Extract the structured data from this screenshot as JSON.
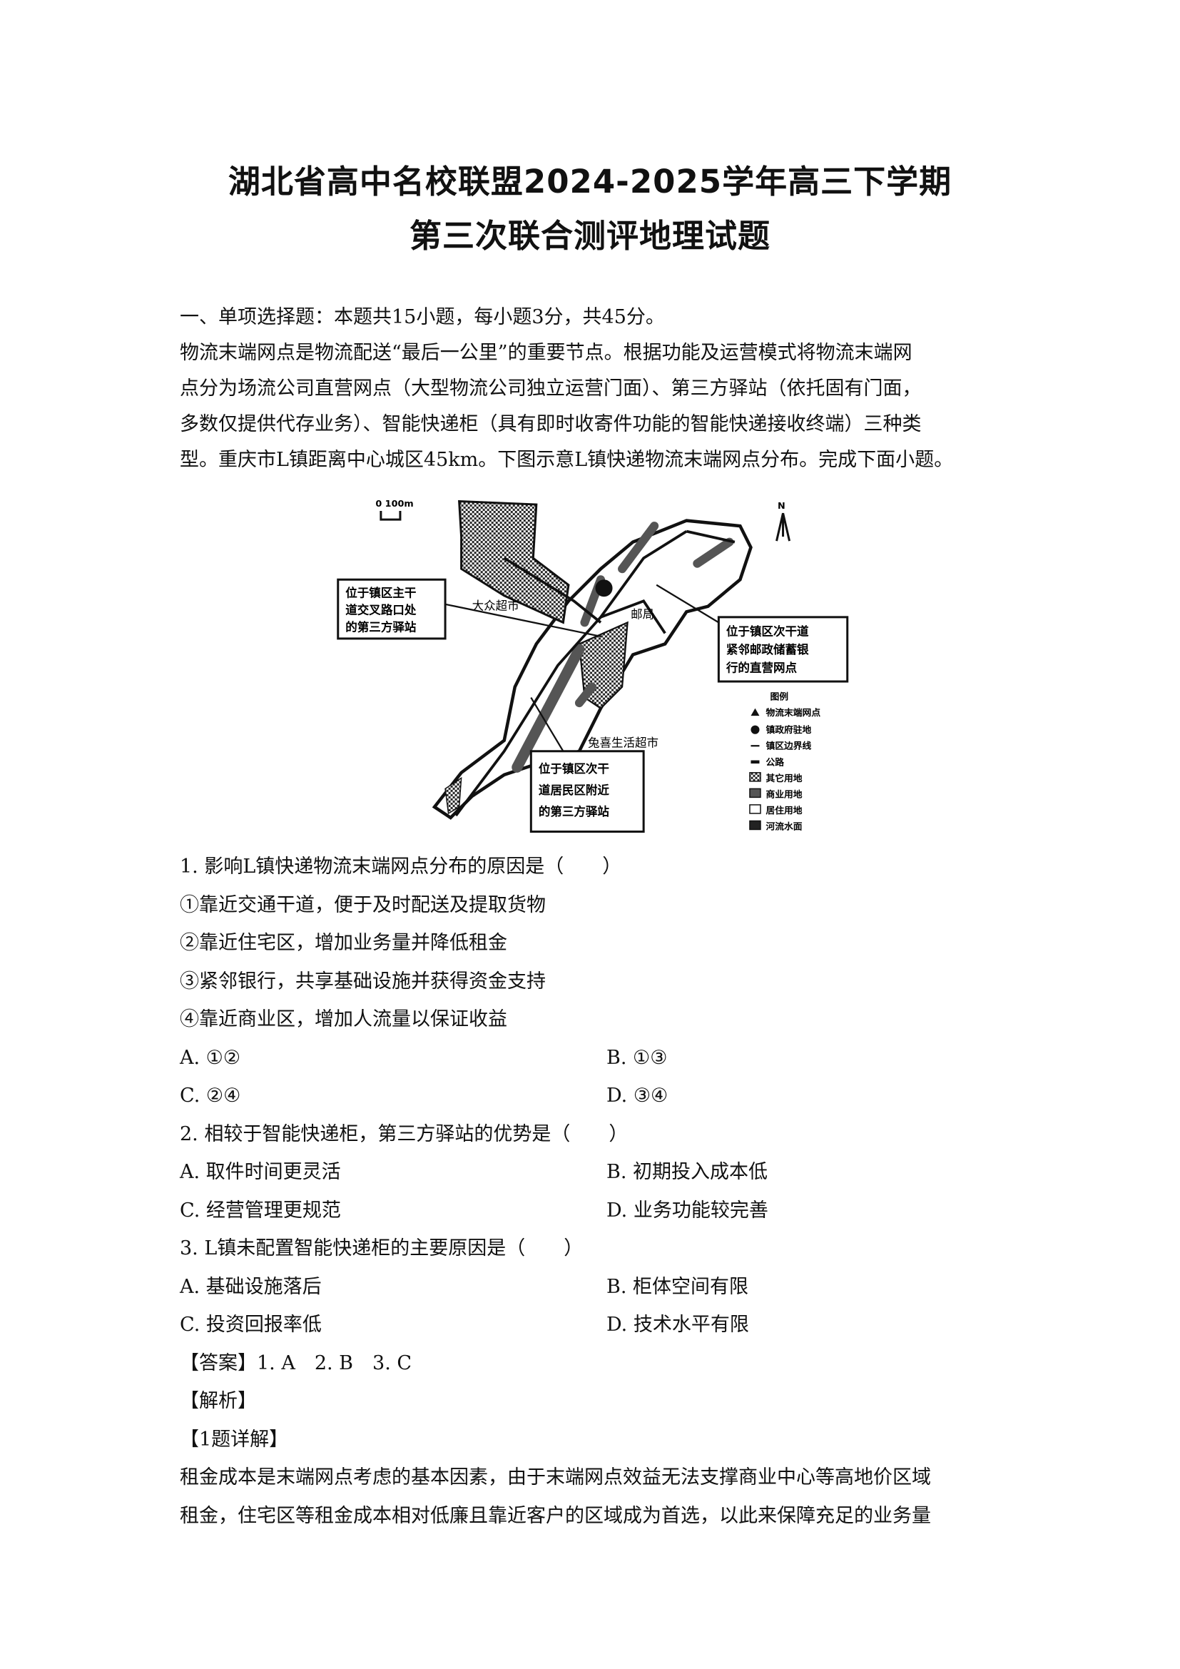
{
  "header": {
    "title_line1": "湖北省高中名校联盟2024-2025学年高三下学期",
    "title_line2": "第三次联合测评地理试题"
  },
  "section": "一、单项选择题：本题共15小题，每小题3分，共45分。",
  "intro": [
    "物流末端网点是物流配送“最后一公里”的重要节点。根据功能及运营模式将物流末端网",
    "点分为场流公司直营网点（大型物流公司独立运营门面）、第三方驿站（依托固有门面，",
    "多数仅提供代存业务）、智能快递柜（具有即时收寄件功能的智能快递接收终端）三种类",
    "型。重庆市L镇距离中心城区45km。下图示意L镇快递物流末端网点分布。完成下面小题。"
  ],
  "map": {
    "scale_label": "0  100m",
    "north": "N",
    "labels": {
      "supermarket1": "大众超市",
      "post_office": "邮局",
      "supermarket2": "兔喜生活超市"
    },
    "callouts": [
      [
        "位于镇区主干",
        "道交叉路口处",
        "的第三方驿站"
      ],
      [
        "位于镇区次干道",
        "紧邻邮政储蓄银",
        "行的直营网点"
      ],
      [
        "位于镇区次干",
        "道居民区附近",
        "的第三方驿站"
      ]
    ],
    "legend": {
      "title": "图例",
      "items": [
        "物流末端网点",
        "镇政府驻地",
        "镇区边界线",
        "公路",
        "其它用地",
        "商业用地",
        "居住用地",
        "河流水面"
      ]
    }
  },
  "questions": [
    {
      "stem": "1. 影响L镇快递物流末端网点分布的原因是（　　）",
      "statements": [
        "①靠近交通干道，便于及时配送及提取货物",
        "②靠近住宅区，增加业务量并降低租金",
        "③紧邻银行，共享基础设施并获得资金支持",
        "④靠近商业区，增加人流量以保证收益"
      ],
      "options": [
        "A. ①②",
        "B. ①③",
        "C. ②④",
        "D. ③④"
      ]
    },
    {
      "stem": "2. 相较于智能快递柜，第三方驿站的优势是（　　）",
      "options": [
        "A. 取件时间更灵活",
        "B. 初期投入成本低",
        "C. 经营管理更规范",
        "D. 业务功能较完善"
      ]
    },
    {
      "stem": "3. L镇未配置智能快递柜的主要原因是（　　）",
      "options": [
        "A. 基础设施落后",
        "B. 柜体空间有限",
        "C. 投资回报率低",
        "D. 技术水平有限"
      ]
    }
  ],
  "answer": "【答案】1. A　2. B　3. C",
  "analysis_label": "【解析】",
  "detail_label": "【1题详解】",
  "detail_text": [
    "租金成本是末端网点考虑的基本因素，由于末端网点效益无法支撑商业中心等高地价区域",
    "租金，住宅区等租金成本相对低廉且靠近客户的区域成为首选，以此来保障充足的业务量"
  ]
}
